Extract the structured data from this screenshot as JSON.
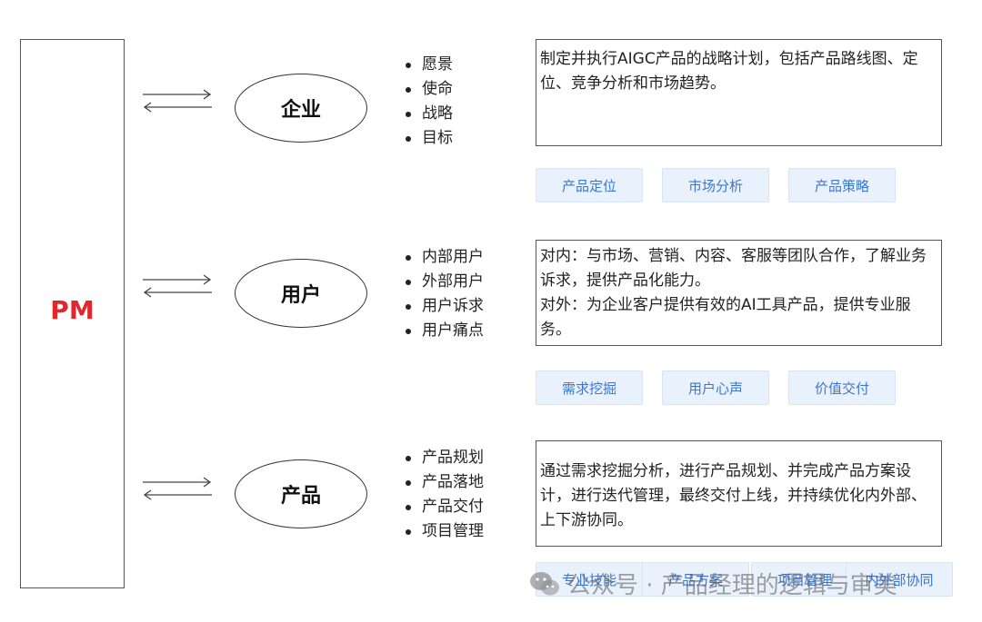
{
  "pm_label": "PM",
  "rows": [
    {
      "title": "企业",
      "bullets": [
        "愿景",
        "使命",
        "战略",
        "目标"
      ],
      "description": [
        "制定并执行AIGC产品的战略计划，包括产品路线图、定位、竞争分析和市场趋势。"
      ],
      "tags": [
        "产品定位",
        "市场分析",
        "产品策略"
      ]
    },
    {
      "title": "用户",
      "bullets": [
        "内部用户",
        "外部用户",
        "用户诉求",
        "用户痛点"
      ],
      "description": [
        "对内：与市场、营销、内容、客服等团队合作，了解业务诉求，提供产品化能力。",
        "对外：为企业客户提供有效的AI工具产品，提供专业服务。"
      ],
      "tags": [
        "需求挖掘",
        "用户心声",
        "价值交付"
      ]
    },
    {
      "title": "产品",
      "bullets": [
        "产品规划",
        "产品落地",
        "产品交付",
        "项目管理"
      ],
      "description": [
        "通过需求挖掘分析，进行产品规划、并完成产品方案设计，进行迭代管理，最终交付上线，并持续优化内外部、上下游协同。"
      ],
      "tags": [
        "专业技能",
        "产品方案",
        "项目管理",
        "内外部协同"
      ]
    }
  ],
  "watermark": "公众号 · 产品经理的逻辑与审美",
  "colors": {
    "pm": "#e3262b",
    "tag_text": "#3a76d2",
    "tag_bg": "#e9f1fc"
  }
}
